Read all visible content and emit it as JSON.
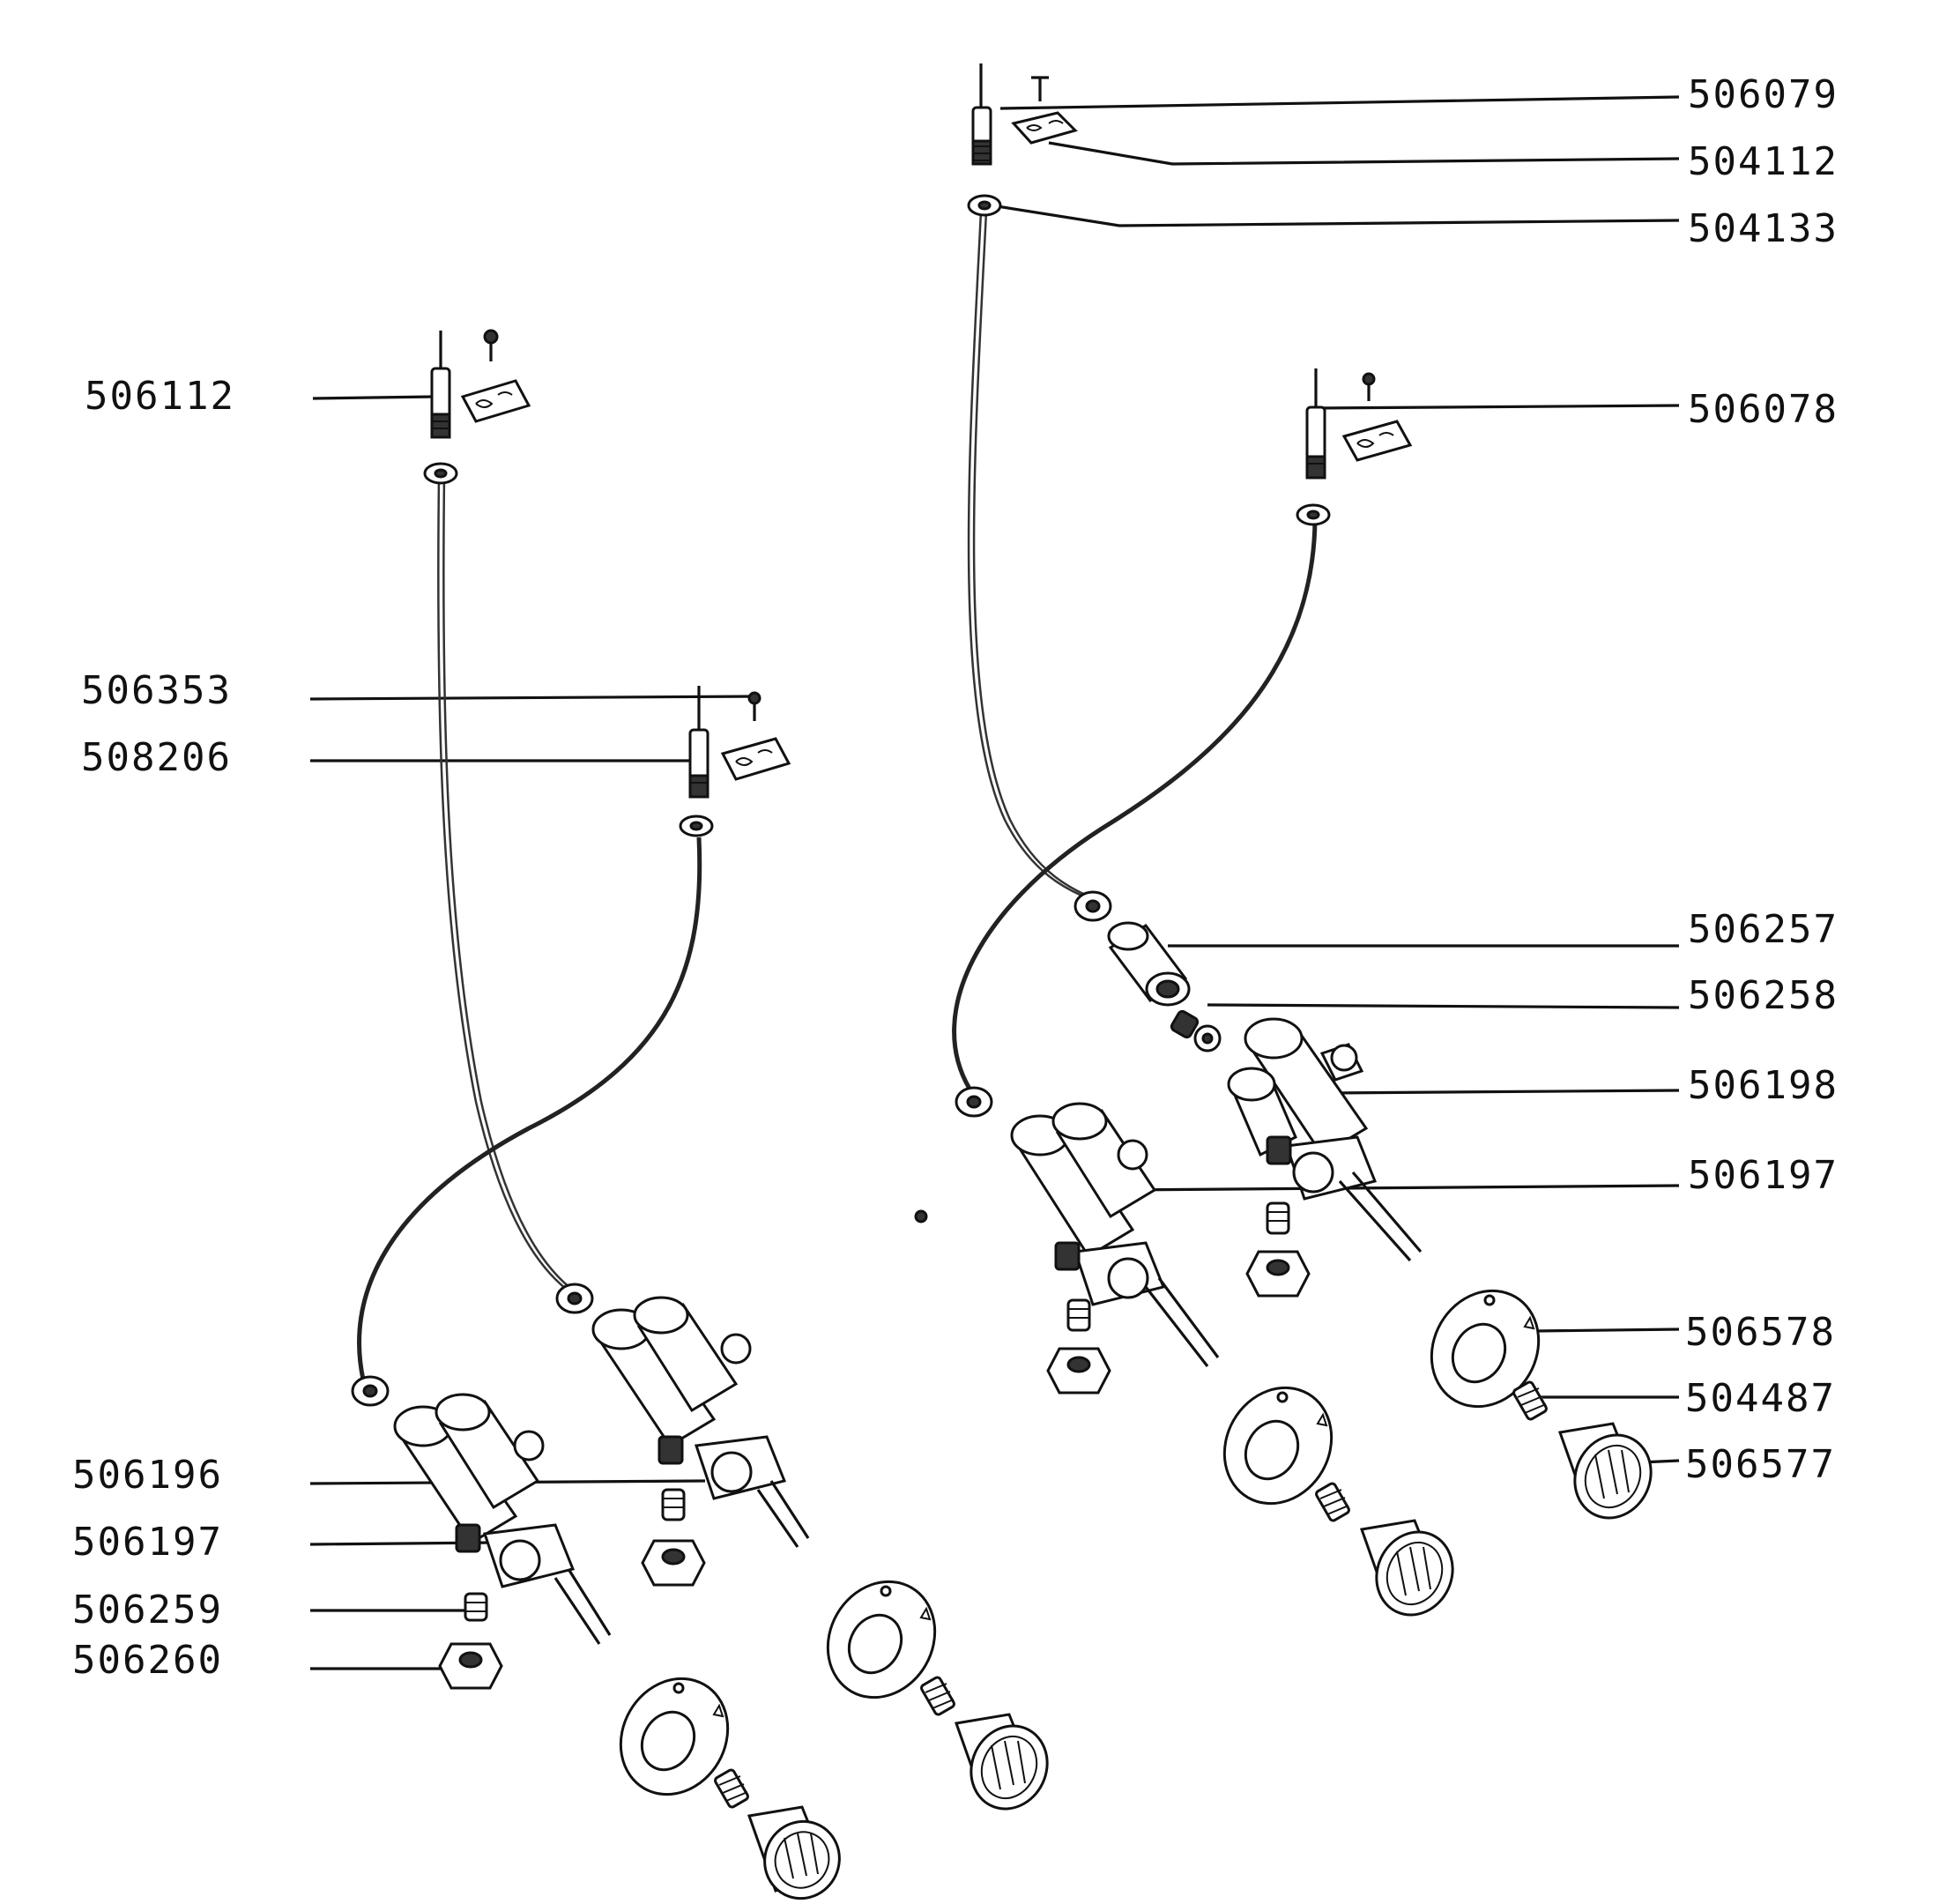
{
  "parts": {
    "p506079": "506079",
    "p504112": "504112",
    "p504133": "504133",
    "p506112": "506112",
    "p506078": "506078",
    "p506353": "506353",
    "p508206": "508206",
    "p506257": "506257",
    "p506258": "506258",
    "p506198": "506198",
    "p506197_right": "506197",
    "p506578": "506578",
    "p504487": "504487",
    "p506577": "506577",
    "p506196": "506196",
    "p506197_left": "506197",
    "p506259": "506259",
    "p506260": "506260"
  },
  "colors": {
    "ink": "#111111",
    "paper": "#ffffff"
  }
}
